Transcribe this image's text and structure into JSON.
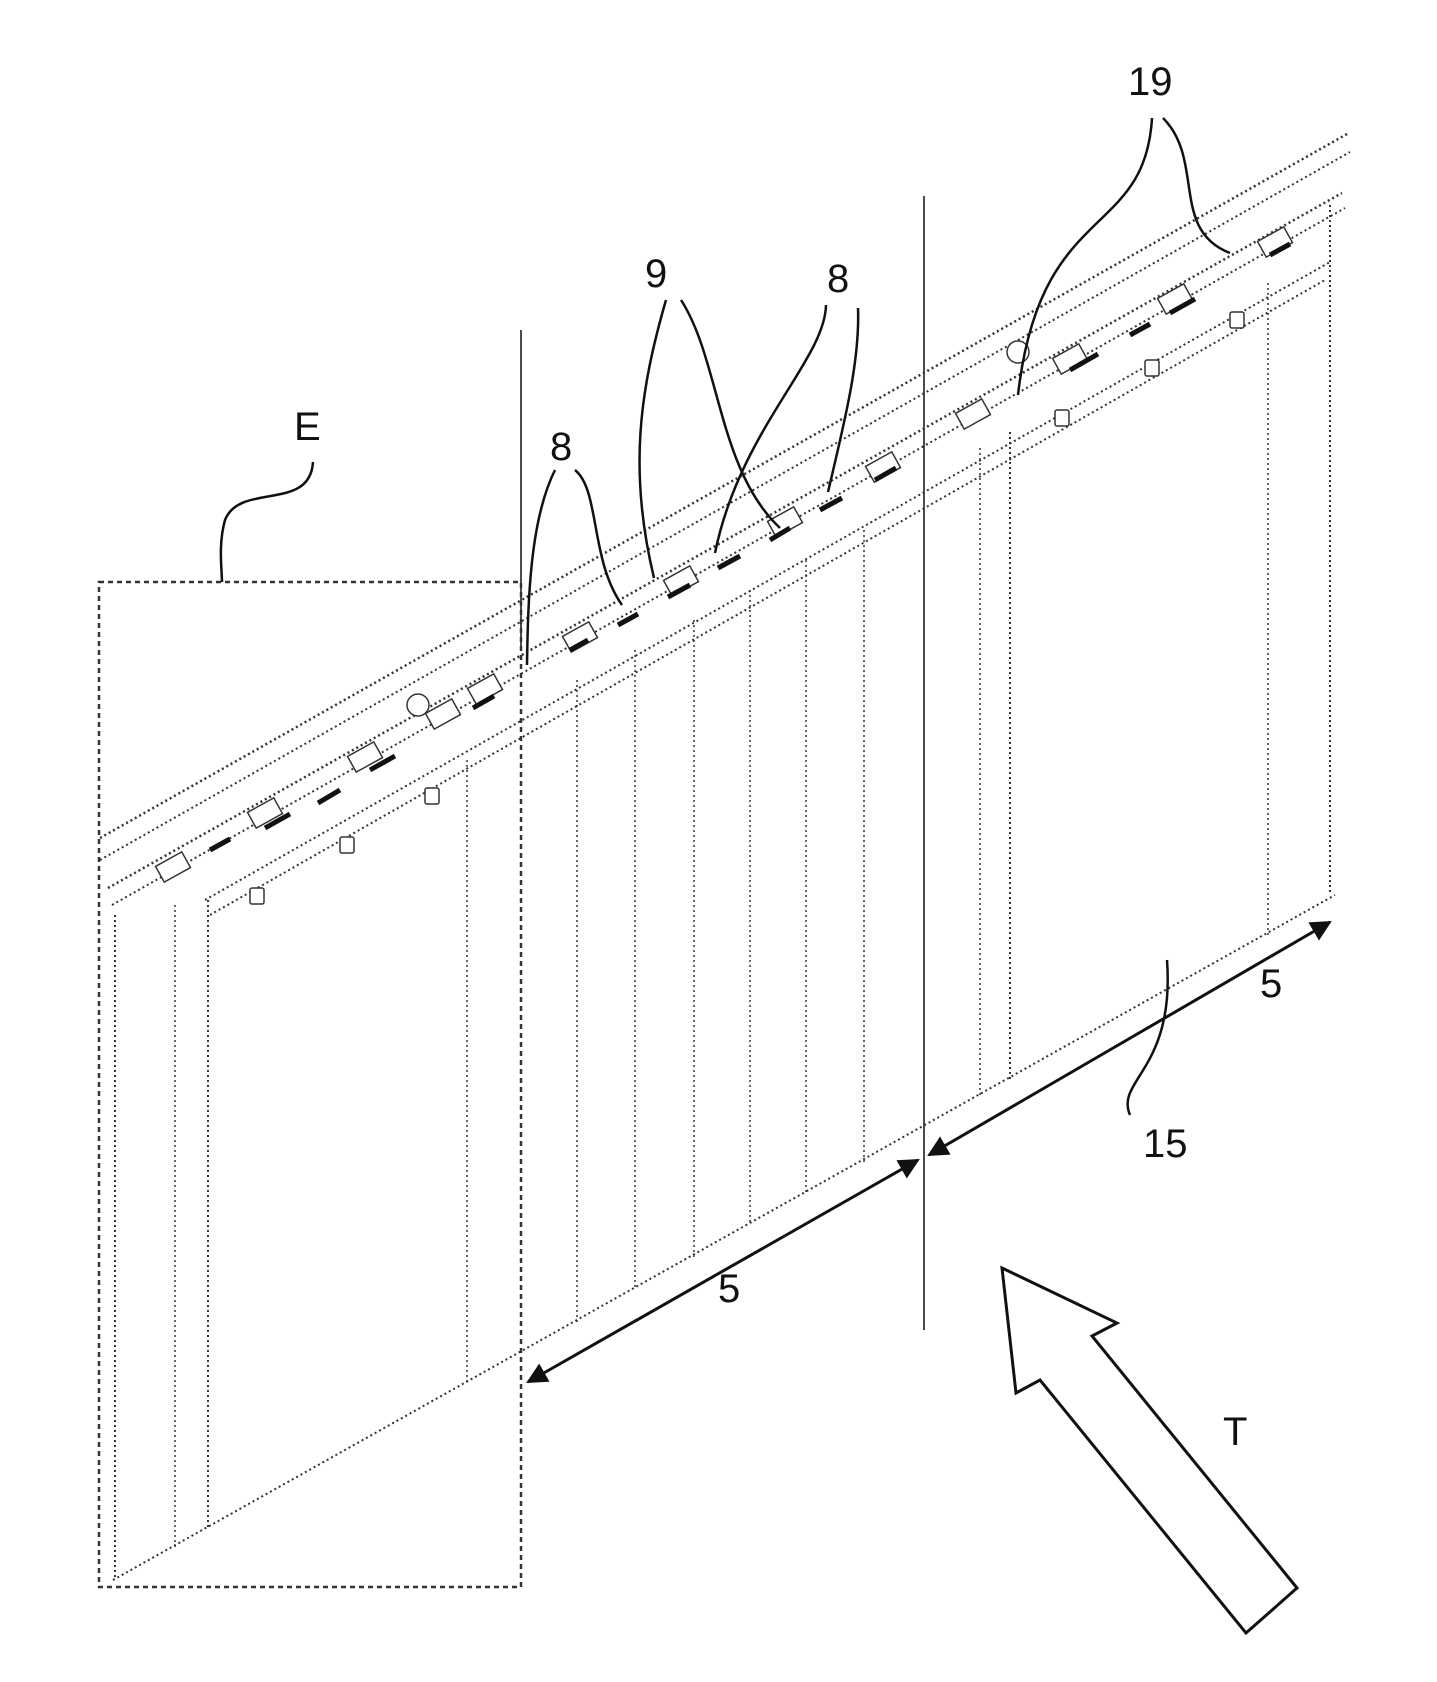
{
  "labels": {
    "detail_box": "E",
    "reference_8_left": "8",
    "reference_9": "9",
    "reference_8_right": "8",
    "reference_19": "19",
    "reference_15": "15",
    "dimension_5_lower": "5",
    "dimension_5_upper": "5",
    "transport_direction": "T"
  },
  "colors": {
    "ink": "#111111",
    "line": "#333333",
    "background": "#ffffff"
  }
}
